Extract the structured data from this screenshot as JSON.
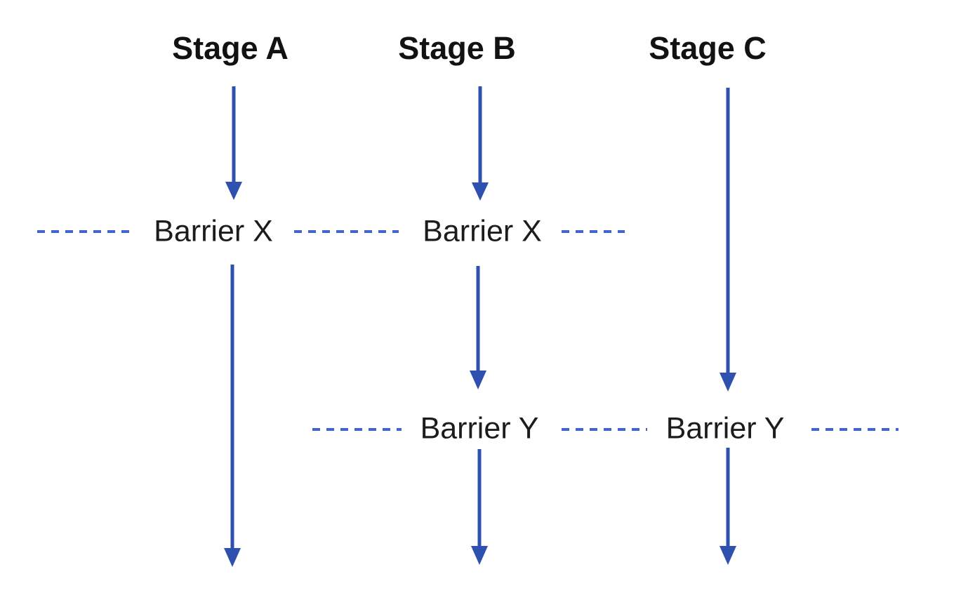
{
  "diagram": {
    "title": "",
    "stages": [
      {
        "label": "Stage A"
      },
      {
        "label": "Stage B"
      },
      {
        "label": "Stage C"
      }
    ],
    "barriers": [
      {
        "label": "Barrier X"
      },
      {
        "label": "Barrier Y"
      }
    ]
  },
  "colors": {
    "arrow": "#2E50AE",
    "dash": "#4365CB",
    "background": "#FFFFFF"
  }
}
